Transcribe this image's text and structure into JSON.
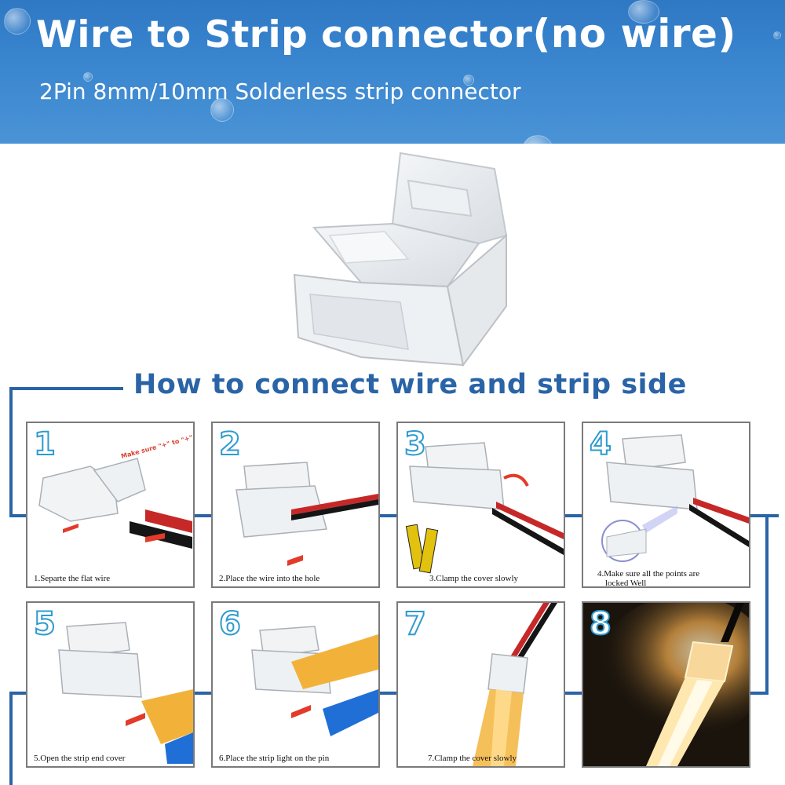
{
  "header": {
    "title_main": "Wire to Strip connector",
    "title_suffix": "(no wire)",
    "subtitle": "2Pin 8mm/10mm Solderless strip connector"
  },
  "section": {
    "title": "How to connect wire and strip side"
  },
  "steps": [
    {
      "number": "1",
      "caption": "1.Separte the flat wire",
      "annotation": "Make sure \"+\" to \"+\""
    },
    {
      "number": "2",
      "caption": "2.Place the wire into the hole"
    },
    {
      "number": "3",
      "caption": "3.Clamp the cover slowly"
    },
    {
      "number": "4",
      "caption_line1": "4.Make sure all the points are",
      "caption_line2": "locked Well"
    },
    {
      "number": "5",
      "caption": "5.Open the strip end cover"
    },
    {
      "number": "6",
      "caption": "6.Place the strip light on the pin"
    },
    {
      "number": "7",
      "caption": "7.Clamp the cover slowly"
    },
    {
      "number": "8"
    }
  ],
  "colors": {
    "banner": "#3a86cf",
    "accent": "#2a64a6",
    "step_number": "#2f9ad0",
    "arrow": "#e23b2a",
    "led_strip": "#f2b23a"
  }
}
